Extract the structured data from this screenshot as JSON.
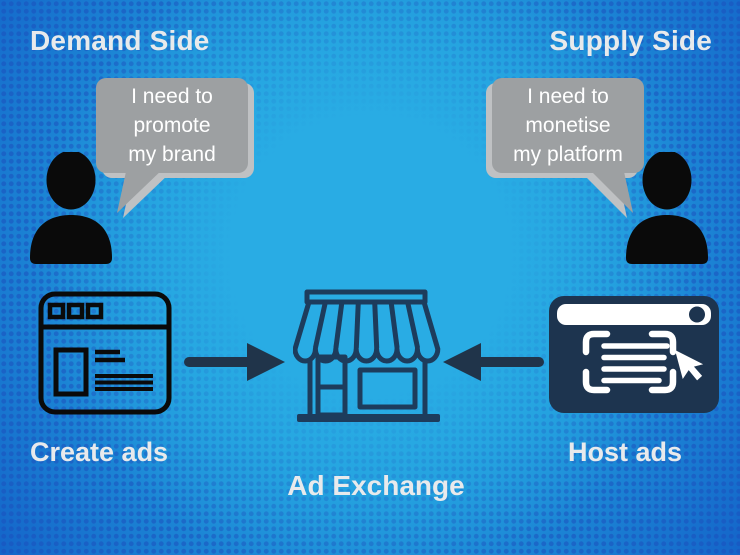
{
  "colors": {
    "bg_center": "#29ace4",
    "bg_edge": "#1464c9",
    "dot": "#1b50bd8c",
    "navy": "#1d3c5c",
    "arrow_navy": "#20344a",
    "panel_navy": "#1d344f",
    "icon_black": "#0a0a0a",
    "bubble_gray": "#9da0a2",
    "bubble_shadow": "#bfc1c3",
    "text_light": "#e8eaec",
    "bubble_text": "#ffffff"
  },
  "demand": {
    "title": "Demand Side",
    "bubble": "I need to\npromote\nmy brand",
    "label": "Create ads"
  },
  "supply": {
    "title": "Supply Side",
    "bubble": "I need to\nmonetise\nmy platform",
    "label": "Host ads"
  },
  "exchange": {
    "label": "Ad Exchange"
  }
}
